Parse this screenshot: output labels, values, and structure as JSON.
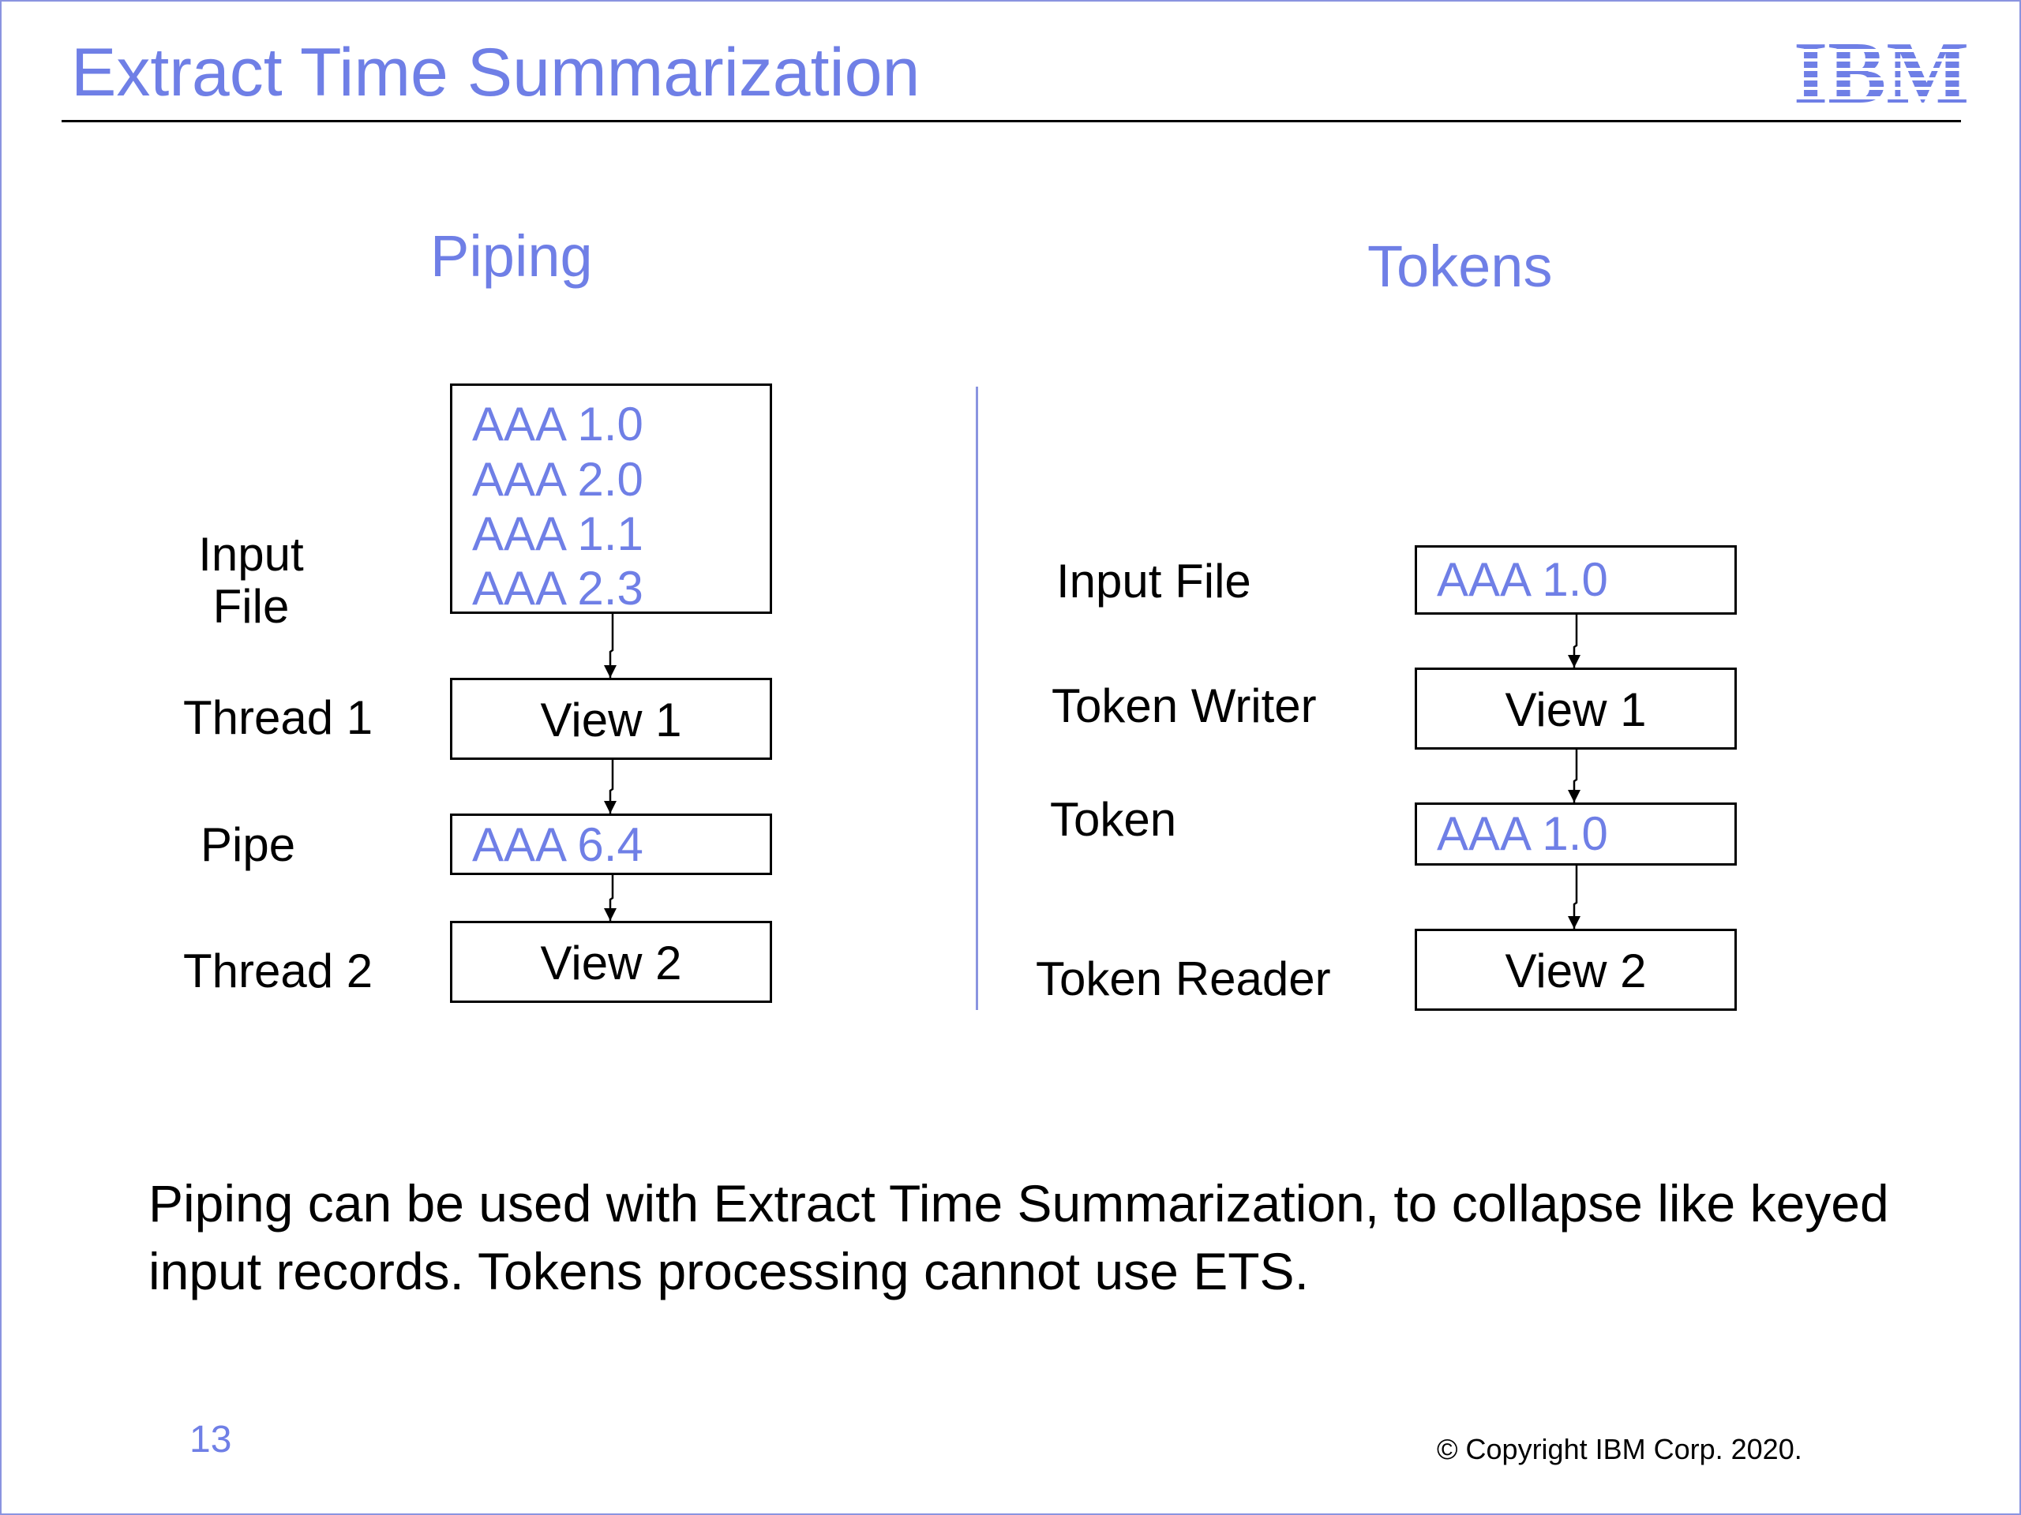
{
  "slide": {
    "title": "Extract Time Summarization",
    "logo_text": "IBM",
    "page_number": "13",
    "copyright": "© Copyright IBM Corp. 2020.",
    "note": "Piping can be used with Extract Time Summarization, to collapse like keyed input records.  Tokens processing cannot use ETS."
  },
  "piping": {
    "heading": "Piping",
    "labels": {
      "input_file": "Input\nFile",
      "thread1": "Thread 1",
      "pipe": "Pipe",
      "thread2": "Thread 2"
    },
    "input_records": [
      "AAA 1.0",
      "AAA 2.0",
      "AAA 1.1",
      "AAA 2.3"
    ],
    "view1": "View 1",
    "pipe_record": "AAA 6.4",
    "view2": "View 2"
  },
  "tokens": {
    "heading": "Tokens",
    "labels": {
      "input_file": "Input File",
      "token_writer": "Token Writer",
      "token": "Token",
      "token_reader": "Token Reader"
    },
    "input_record": "AAA 1.0",
    "view1": "View 1",
    "token_record": "AAA 1.0",
    "view2": "View 2"
  },
  "colors": {
    "accent": "#6f7fe6",
    "border": "#8a94e0",
    "text": "#000000"
  }
}
